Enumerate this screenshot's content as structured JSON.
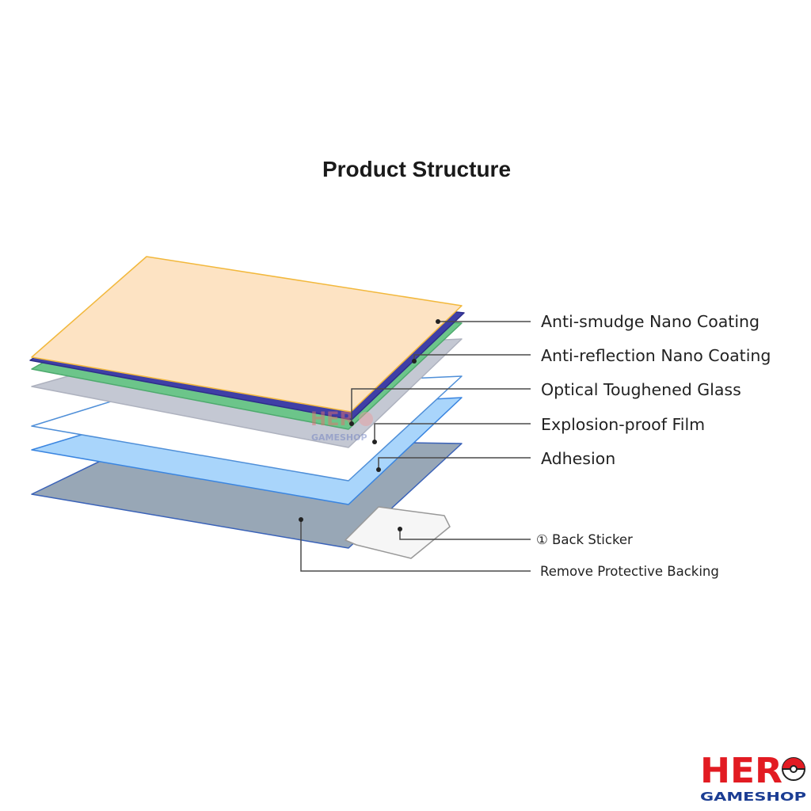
{
  "title": "Product Structure",
  "layers": [
    {
      "name": "anti-smudge",
      "label": "Anti-smudge Nano Coating",
      "fill": "#fde3c3",
      "stroke": "#f2b83c"
    },
    {
      "name": "anti-reflection",
      "label": "Anti-reflection Nano Coating",
      "fill": "#3f3fa6",
      "stroke": "#2e2e8a"
    },
    {
      "name": "optical-glass",
      "label": "Optical Toughened Glass",
      "fill": "#6cc58a",
      "stroke": "#4eaa6e"
    },
    {
      "name": "explosion-proof",
      "label": "Explosion-proof Film",
      "fill": "#c4c8d3",
      "stroke": "#aeb2bf"
    },
    {
      "name": "adhesion",
      "label": "Adhesion",
      "fill": "#ffffff",
      "stroke": "#4f8fd8"
    },
    {
      "name": "backing",
      "label": "Remove Protective Backing",
      "fill": "#98a7b6",
      "stroke": "#3a62b8"
    }
  ],
  "extra_layer": {
    "fill": "#a9d5fb",
    "stroke": "#3a85e0"
  },
  "sticker": {
    "label": "① Back Sticker",
    "fill": "#f6f6f6",
    "stroke": "#999999"
  },
  "watermark": {
    "hero": "HER",
    "gameshop": "GAMESHOP"
  },
  "logo": {
    "hero": "HER",
    "gameshop": "GAMESHOP",
    "colors": {
      "hero": "#e21b22",
      "gameshop": "#1b3d93",
      "ball": "#e21b22"
    }
  }
}
